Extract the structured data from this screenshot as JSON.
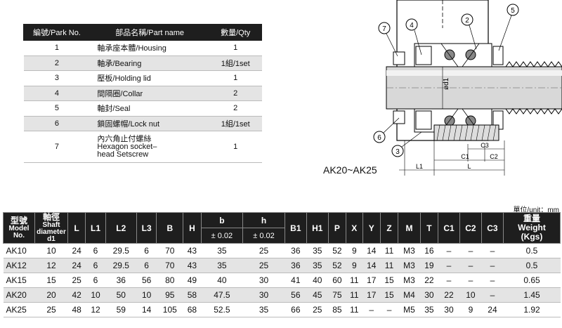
{
  "parts_table": {
    "headers": [
      "編號/Park No.",
      "部品名稱/Part name",
      "數量/Qty"
    ],
    "rows": [
      {
        "no": "1",
        "name": [
          "軸承座本體/Housing"
        ],
        "qty": "1"
      },
      {
        "no": "2",
        "name": [
          "軸承/Bearing"
        ],
        "qty": "1組/1set"
      },
      {
        "no": "3",
        "name": [
          "壓板/Holding lid"
        ],
        "qty": "1"
      },
      {
        "no": "4",
        "name": [
          "間隔圈/Collar"
        ],
        "qty": "2"
      },
      {
        "no": "5",
        "name": [
          "軸封/Seal"
        ],
        "qty": "2"
      },
      {
        "no": "6",
        "name": [
          "鎖固螺帽/Lock nut"
        ],
        "qty": "1組/1set"
      },
      {
        "no": "7",
        "name": [
          "內六角止付螺絲",
          "Hexagon socket–",
          "head Setscrew"
        ],
        "qty": "1"
      }
    ]
  },
  "drawing": {
    "model_label": "AK20~AK25",
    "callouts": [
      "7",
      "4",
      "2",
      "5",
      "6",
      "3"
    ],
    "dim_labels": {
      "d1": "ød1",
      "c3": "C3",
      "c1": "C1",
      "c2": "C2",
      "l1": "L1",
      "l": "L"
    }
  },
  "unit_label": "單位/unit：mm",
  "dims_table": {
    "model_head": [
      "型號",
      "Model No."
    ],
    "shaft_head": [
      "軸徑",
      "Shaft",
      "diameter",
      "d1"
    ],
    "cols": [
      "L",
      "L1",
      "L2",
      "L3",
      "B",
      "H",
      "b",
      "h",
      "B1",
      "H1",
      "P",
      "X",
      "Y",
      "Z",
      "M",
      "T",
      "C1",
      "C2",
      "C3"
    ],
    "tol_b": "± 0.02",
    "tol_h": "± 0.02",
    "weight_head": [
      "重量",
      "Weight",
      "(Kgs)"
    ],
    "rows": [
      [
        "AK10",
        "10",
        "24",
        "6",
        "29.5",
        "6",
        "70",
        "43",
        "35",
        "25",
        "36",
        "35",
        "52",
        "9",
        "14",
        "11",
        "M3",
        "16",
        "–",
        "–",
        "–",
        "0.5"
      ],
      [
        "AK12",
        "12",
        "24",
        "6",
        "29.5",
        "6",
        "70",
        "43",
        "35",
        "25",
        "36",
        "35",
        "52",
        "9",
        "14",
        "11",
        "M3",
        "19",
        "–",
        "–",
        "–",
        "0.5"
      ],
      [
        "AK15",
        "15",
        "25",
        "6",
        "36",
        "56",
        "80",
        "49",
        "40",
        "30",
        "41",
        "40",
        "60",
        "11",
        "17",
        "15",
        "M3",
        "22",
        "–",
        "–",
        "–",
        "0.65"
      ],
      [
        "AK20",
        "20",
        "42",
        "10",
        "50",
        "10",
        "95",
        "58",
        "47.5",
        "30",
        "56",
        "45",
        "75",
        "11",
        "17",
        "15",
        "M4",
        "30",
        "22",
        "10",
        "–",
        "1.45"
      ],
      [
        "AK25",
        "25",
        "48",
        "12",
        "59",
        "14",
        "105",
        "68",
        "52.5",
        "35",
        "66",
        "25",
        "85",
        "11",
        "–",
        "–",
        "M5",
        "35",
        "30",
        "9",
        "24",
        "1.92"
      ]
    ]
  }
}
